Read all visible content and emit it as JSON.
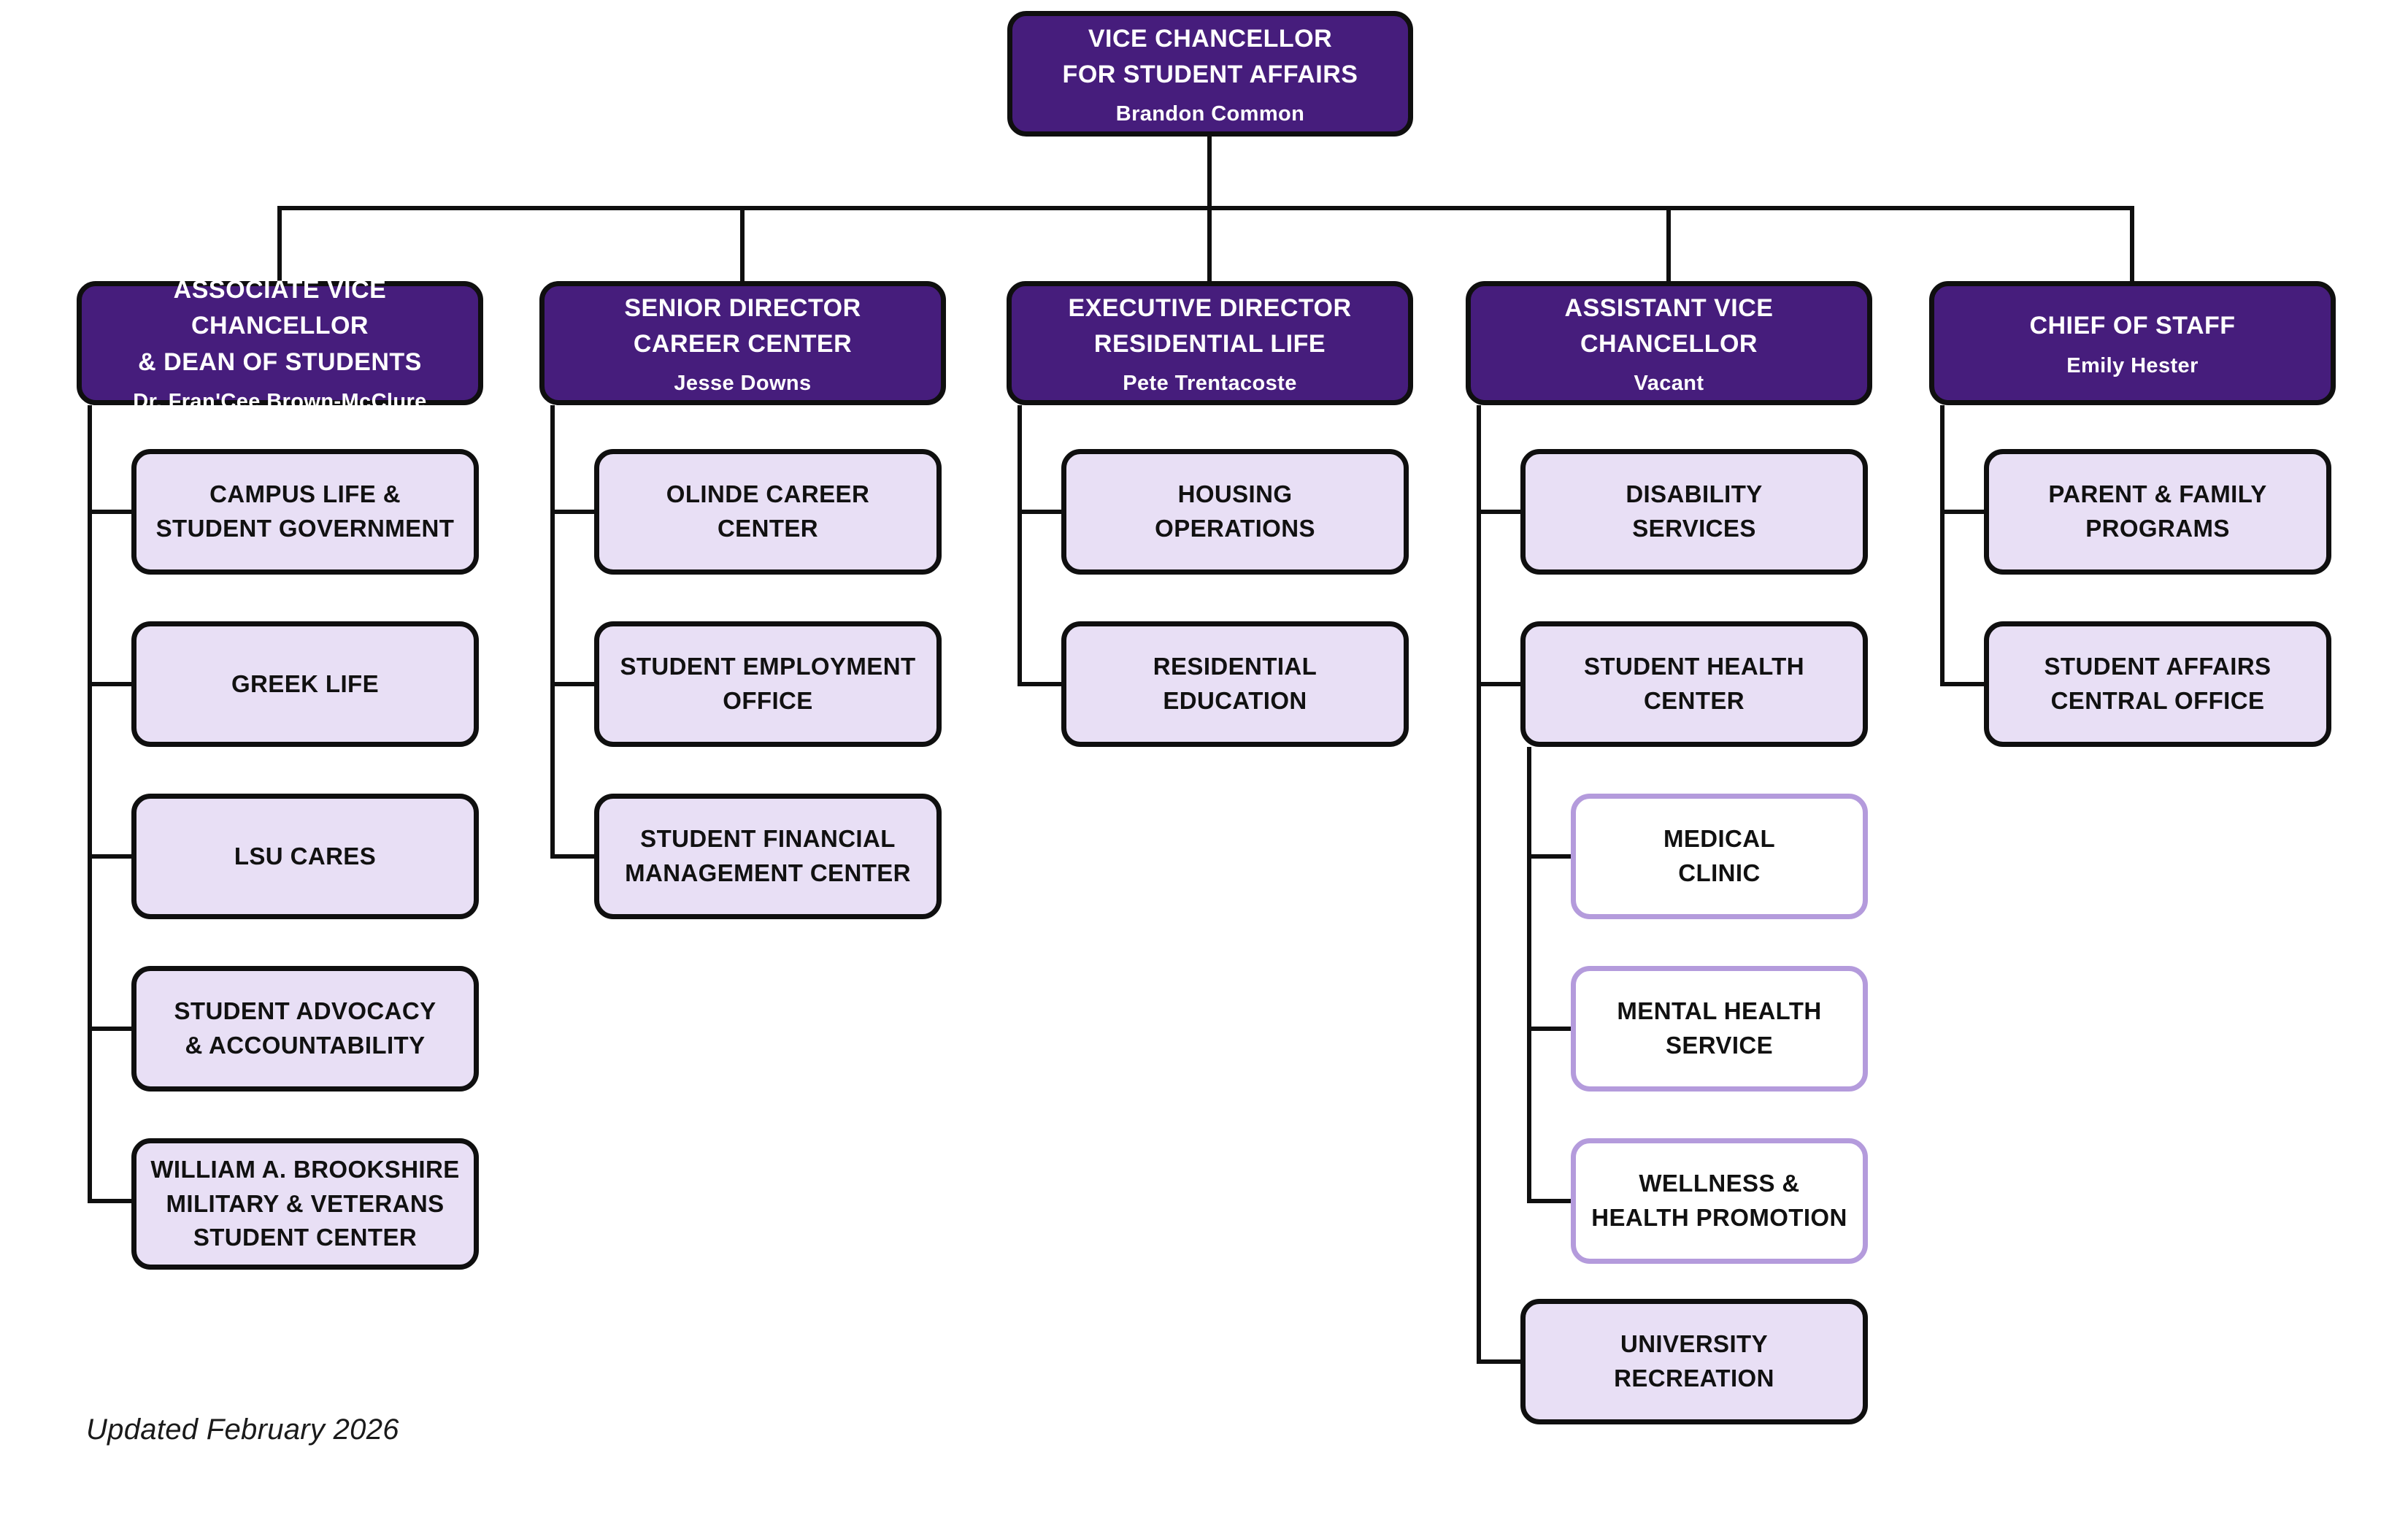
{
  "meta": {
    "footnote": "Updated February 2026"
  },
  "colors": {
    "purple": "#461D7C",
    "light_fill": "#E8DFF5",
    "lavender_border": "#B49BDC",
    "line": "#0F0F0F"
  },
  "org": {
    "root": {
      "title": "VICE CHANCELLOR\nFOR STUDENT AFFAIRS",
      "name": "Brandon Common"
    },
    "branches": [
      {
        "title": "ASSOCIATE VICE CHANCELLOR\n& DEAN OF STUDENTS",
        "name": "Dr. Fran'Cee Brown-McClure",
        "children": [
          {
            "label": "CAMPUS LIFE &\nSTUDENT GOVERNMENT"
          },
          {
            "label": "GREEK LIFE"
          },
          {
            "label": "LSU CARES"
          },
          {
            "label": "STUDENT ADVOCACY\n& ACCOUNTABILITY"
          },
          {
            "label": "WILLIAM A. BROOKSHIRE\nMILITARY & VETERANS\nSTUDENT CENTER"
          }
        ]
      },
      {
        "title": "SENIOR DIRECTOR\nCAREER CENTER",
        "name": "Jesse Downs",
        "children": [
          {
            "label": "OLINDE CAREER\nCENTER"
          },
          {
            "label": "STUDENT EMPLOYMENT\nOFFICE"
          },
          {
            "label": "STUDENT FINANCIAL\nMANAGEMENT CENTER"
          }
        ]
      },
      {
        "title": "EXECUTIVE DIRECTOR\nRESIDENTIAL LIFE",
        "name": "Pete Trentacoste",
        "children": [
          {
            "label": "HOUSING\nOPERATIONS"
          },
          {
            "label": "RESIDENTIAL\nEDUCATION"
          }
        ]
      },
      {
        "title": "ASSISTANT VICE CHANCELLOR",
        "name": "Vacant",
        "children": [
          {
            "label": "DISABILITY\nSERVICES"
          },
          {
            "label": "STUDENT HEALTH\nCENTER",
            "children": [
              {
                "label": "MEDICAL\nCLINIC"
              },
              {
                "label": "MENTAL HEALTH\nSERVICE"
              },
              {
                "label": "WELLNESS &\nHEALTH PROMOTION"
              }
            ]
          },
          {
            "label": "UNIVERSITY\nRECREATION"
          }
        ]
      },
      {
        "title": "CHIEF OF STAFF",
        "name": "Emily Hester",
        "children": [
          {
            "label": "PARENT & FAMILY\nPROGRAMS"
          },
          {
            "label": "STUDENT AFFAIRS\nCENTRAL OFFICE"
          }
        ]
      }
    ]
  }
}
